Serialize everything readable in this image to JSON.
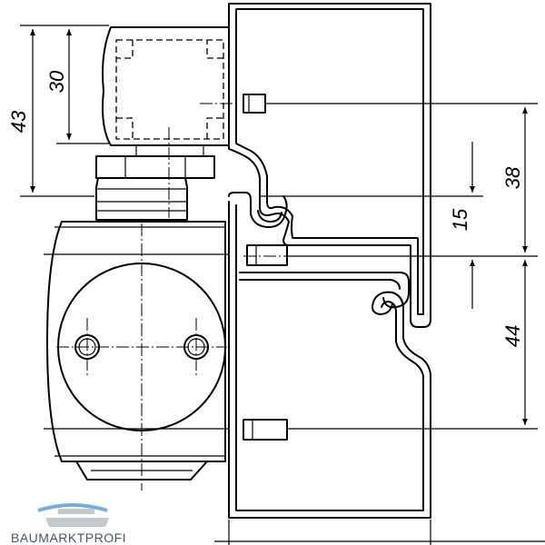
{
  "dimensions": {
    "d43": "43",
    "d30": "30",
    "d38": "38",
    "d15": "15",
    "d44": "44"
  },
  "logo": {
    "text": "BAUMARKTPROFI",
    "colors": {
      "blue": "#4a90d0",
      "gray": "#6b7580"
    }
  }
}
